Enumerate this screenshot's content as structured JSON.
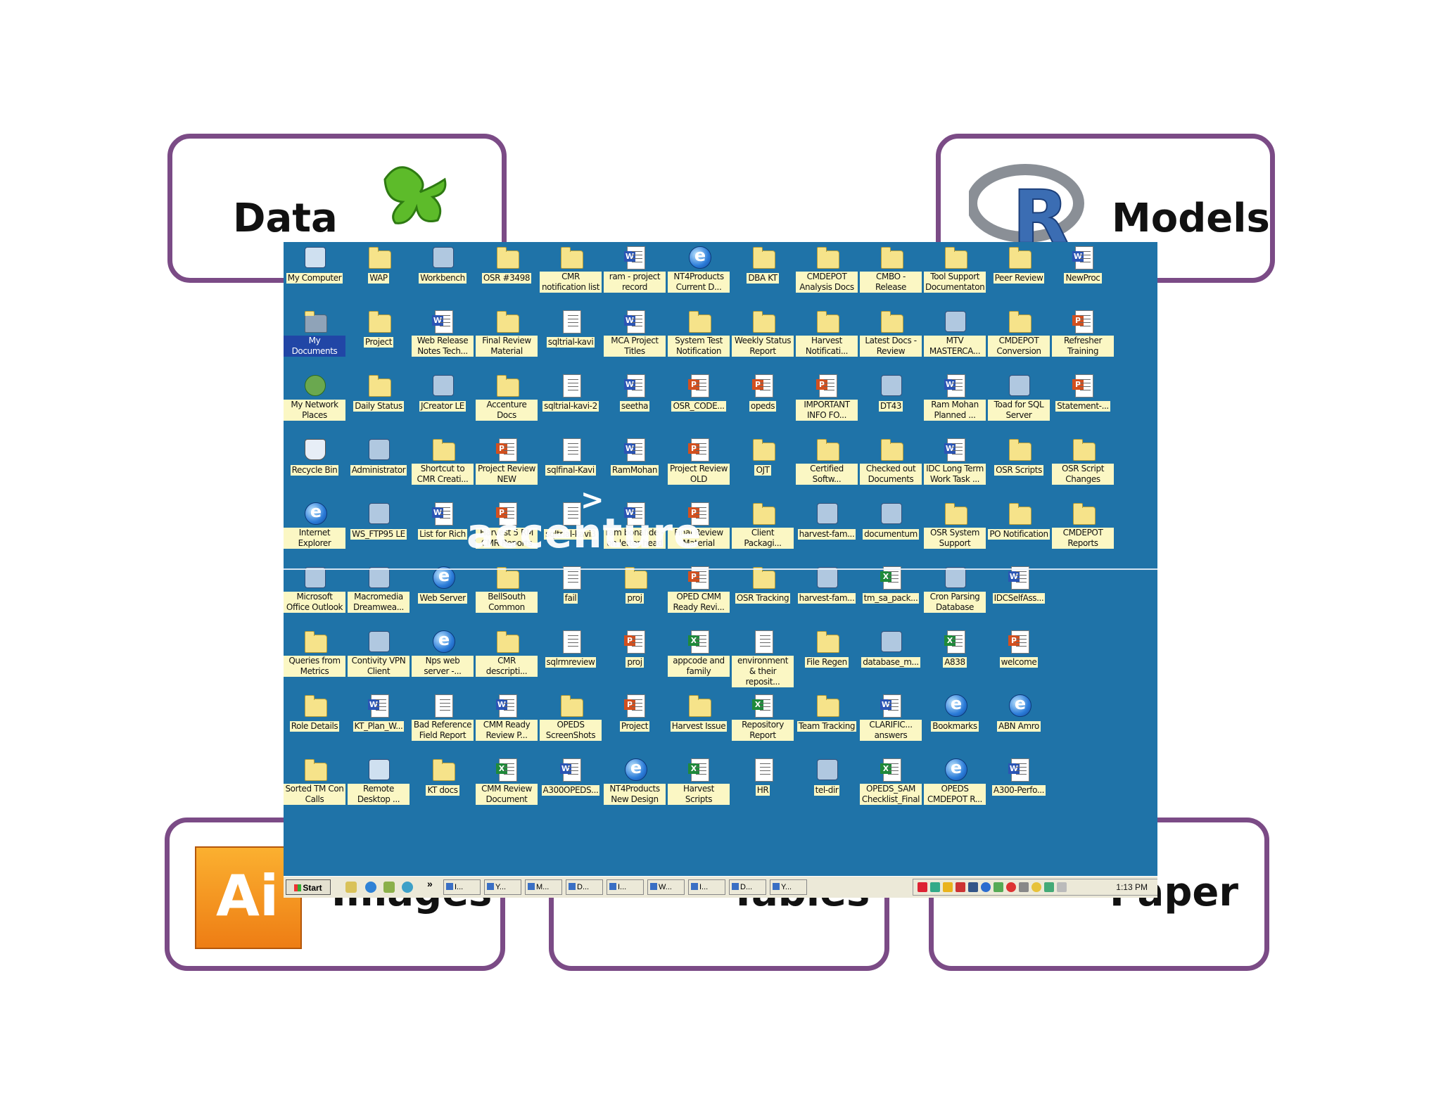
{
  "cards": {
    "data_label": "Data",
    "models_label": "Models",
    "images_label": "Images",
    "tables_label": "Tables",
    "paper_label": "Paper",
    "ai_logo_text": "Ai"
  },
  "desktop": {
    "watermark": "accenture",
    "icons": [
      {
        "label": "My Computer",
        "type": "computer"
      },
      {
        "label": "WAP",
        "type": "folder"
      },
      {
        "label": "Workbench",
        "type": "app"
      },
      {
        "label": "OSR #3498",
        "type": "folder"
      },
      {
        "label": "CMR notification list",
        "type": "folder"
      },
      {
        "label": "ram - project record",
        "type": "word"
      },
      {
        "label": "NT4Products Current D...",
        "type": "ie"
      },
      {
        "label": "DBA KT",
        "type": "folder"
      },
      {
        "label": "CMDEPOT Analysis Docs",
        "type": "folder"
      },
      {
        "label": "CMBO - Release",
        "type": "folder"
      },
      {
        "label": "Tool Support Documentaton",
        "type": "folder"
      },
      {
        "label": "Peer Review",
        "type": "folder"
      },
      {
        "label": "NewProc",
        "type": "word"
      },
      {
        "label": "My Documents",
        "type": "docs",
        "selected": true
      },
      {
        "label": "Project",
        "type": "folder"
      },
      {
        "label": "Web Release Notes Tech...",
        "type": "word"
      },
      {
        "label": "Final Review Material",
        "type": "folder"
      },
      {
        "label": "sqltrial-kavi",
        "type": "text"
      },
      {
        "label": "MCA Project Titles",
        "type": "word"
      },
      {
        "label": "System Test Notification",
        "type": "folder"
      },
      {
        "label": "Weekly Status Report",
        "type": "folder"
      },
      {
        "label": "Harvest Notificati...",
        "type": "folder"
      },
      {
        "label": "Latest Docs - Review",
        "type": "folder"
      },
      {
        "label": "MTV MASTERCA...",
        "type": "app"
      },
      {
        "label": "CMDEPOT Conversion",
        "type": "folder"
      },
      {
        "label": "Refresher Training",
        "type": "ppt"
      },
      {
        "label": "My Network Places",
        "type": "network"
      },
      {
        "label": "Daily Status",
        "type": "folder"
      },
      {
        "label": "JCreator LE",
        "type": "app"
      },
      {
        "label": "Accenture Docs",
        "type": "folder"
      },
      {
        "label": "sqltrial-kavi-2",
        "type": "text"
      },
      {
        "label": "seetha",
        "type": "word"
      },
      {
        "label": "OSR_CODE...",
        "type": "ppt"
      },
      {
        "label": "opeds",
        "type": "ppt"
      },
      {
        "label": "IMPORTANT INFO FO...",
        "type": "ppt"
      },
      {
        "label": "DT43",
        "type": "app"
      },
      {
        "label": "Ram Mohan Planned ...",
        "type": "word"
      },
      {
        "label": "Toad for SQL Server",
        "type": "app"
      },
      {
        "label": "Statement-...",
        "type": "ppt"
      },
      {
        "label": "Recycle Bin",
        "type": "recycle"
      },
      {
        "label": "Administrator",
        "type": "app"
      },
      {
        "label": "Shortcut to CMR Creati...",
        "type": "folder"
      },
      {
        "label": "Project Review NEW",
        "type": "ppt"
      },
      {
        "label": "sqlfinal-Kavi",
        "type": "text"
      },
      {
        "label": "RamMohan",
        "type": "word"
      },
      {
        "label": "Project Review OLD",
        "type": "ppt"
      },
      {
        "label": "OJT",
        "type": "folder"
      },
      {
        "label": "Certified Softw...",
        "type": "folder"
      },
      {
        "label": "Checked out Documents",
        "type": "folder"
      },
      {
        "label": "IDC Long Term Work Task ...",
        "type": "word"
      },
      {
        "label": "OSR Scripts",
        "type": "folder"
      },
      {
        "label": "OSR Script Changes",
        "type": "folder"
      },
      {
        "label": "Internet Explorer",
        "type": "ie"
      },
      {
        "label": "WS_FTP95 LE",
        "type": "app"
      },
      {
        "label": "List for Rich",
        "type": "word"
      },
      {
        "label": "Harvest 5 RM CMR Reports",
        "type": "ppt"
      },
      {
        "label": "sqltrial-kavi3",
        "type": "text"
      },
      {
        "label": "ram bonafide - on letter head",
        "type": "word"
      },
      {
        "label": "Final Review Material",
        "type": "ppt"
      },
      {
        "label": "Client Packagi...",
        "type": "folder"
      },
      {
        "label": "harvest-fam...",
        "type": "app"
      },
      {
        "label": "documentum",
        "type": "app"
      },
      {
        "label": "OSR System Support",
        "type": "folder"
      },
      {
        "label": "PO Notification",
        "type": "folder"
      },
      {
        "label": "CMDEPOT Reports",
        "type": "folder"
      },
      {
        "label": "Microsoft Office Outlook",
        "type": "app"
      },
      {
        "label": "Macromedia Dreamwea...",
        "type": "app"
      },
      {
        "label": "Web Server",
        "type": "ie"
      },
      {
        "label": "BellSouth Common",
        "type": "folder"
      },
      {
        "label": "fail",
        "type": "text"
      },
      {
        "label": "proj",
        "type": "folder"
      },
      {
        "label": "OPED CMM Ready Revi...",
        "type": "ppt"
      },
      {
        "label": "OSR Tracking",
        "type": "folder"
      },
      {
        "label": "harvest-fam...",
        "type": "app"
      },
      {
        "label": "tm_sa_pack...",
        "type": "excel"
      },
      {
        "label": "Cron Parsing Database",
        "type": "app"
      },
      {
        "label": "IDCSelfAss...",
        "type": "word"
      },
      {
        "label": "Queries from Metrics",
        "type": "folder"
      },
      {
        "label": "Contivity VPN Client",
        "type": "app"
      },
      {
        "label": "Nps web server -...",
        "type": "ie"
      },
      {
        "label": "CMR descripti...",
        "type": "folder"
      },
      {
        "label": "sqlrmreview",
        "type": "text"
      },
      {
        "label": "proj",
        "type": "ppt"
      },
      {
        "label": "appcode and family",
        "type": "excel"
      },
      {
        "label": "environment & their reposit...",
        "type": "text"
      },
      {
        "label": "File Regen",
        "type": "folder"
      },
      {
        "label": "database_m...",
        "type": "app"
      },
      {
        "label": "A838",
        "type": "excel"
      },
      {
        "label": "welcome",
        "type": "ppt"
      },
      {
        "label": "Role Details",
        "type": "folder"
      },
      {
        "label": "KT_Plan_W...",
        "type": "word"
      },
      {
        "label": "Bad Reference Field Report",
        "type": "text"
      },
      {
        "label": "CMM Ready Review P...",
        "type": "word"
      },
      {
        "label": "OPEDS ScreenShots",
        "type": "folder"
      },
      {
        "label": "Project",
        "type": "ppt"
      },
      {
        "label": "Harvest Issue",
        "type": "folder"
      },
      {
        "label": "Repository Report",
        "type": "excel"
      },
      {
        "label": "Team Tracking",
        "type": "folder"
      },
      {
        "label": "CLARIFIC... answers",
        "type": "word"
      },
      {
        "label": "Bookmarks",
        "type": "ie"
      },
      {
        "label": "ABN Amro",
        "type": "ie"
      },
      {
        "label": "Sorted TM Con Calls",
        "type": "folder"
      },
      {
        "label": "Remote Desktop ...",
        "type": "computer"
      },
      {
        "label": "KT docs",
        "type": "folder"
      },
      {
        "label": "CMM Review Document",
        "type": "excel"
      },
      {
        "label": "A300OPEDS...",
        "type": "word"
      },
      {
        "label": "NT4Products New Design",
        "type": "ie"
      },
      {
        "label": "Harvest Scripts",
        "type": "excel"
      },
      {
        "label": "HR",
        "type": "text"
      },
      {
        "label": "tel-dir",
        "type": "generic"
      },
      {
        "label": "OPEDS_SAM Checklist_Final",
        "type": "excel"
      },
      {
        "label": "OPEDS CMDEPOT R...",
        "type": "ie"
      },
      {
        "label": "A300-Perfo...",
        "type": "word"
      }
    ]
  },
  "taskbar": {
    "start_label": "Start",
    "chevron": "»",
    "tasks": [
      "I...",
      "Y...",
      "M...",
      "D...",
      "I...",
      "W...",
      "I...",
      "D...",
      "Y..."
    ],
    "clock": "1:13 PM"
  },
  "colors": {
    "card_border": "#7b4b86",
    "desktop_bg": "#1f73a8",
    "caption_bg": "#fbf7c4",
    "ai_orange": "#f08a1c"
  }
}
